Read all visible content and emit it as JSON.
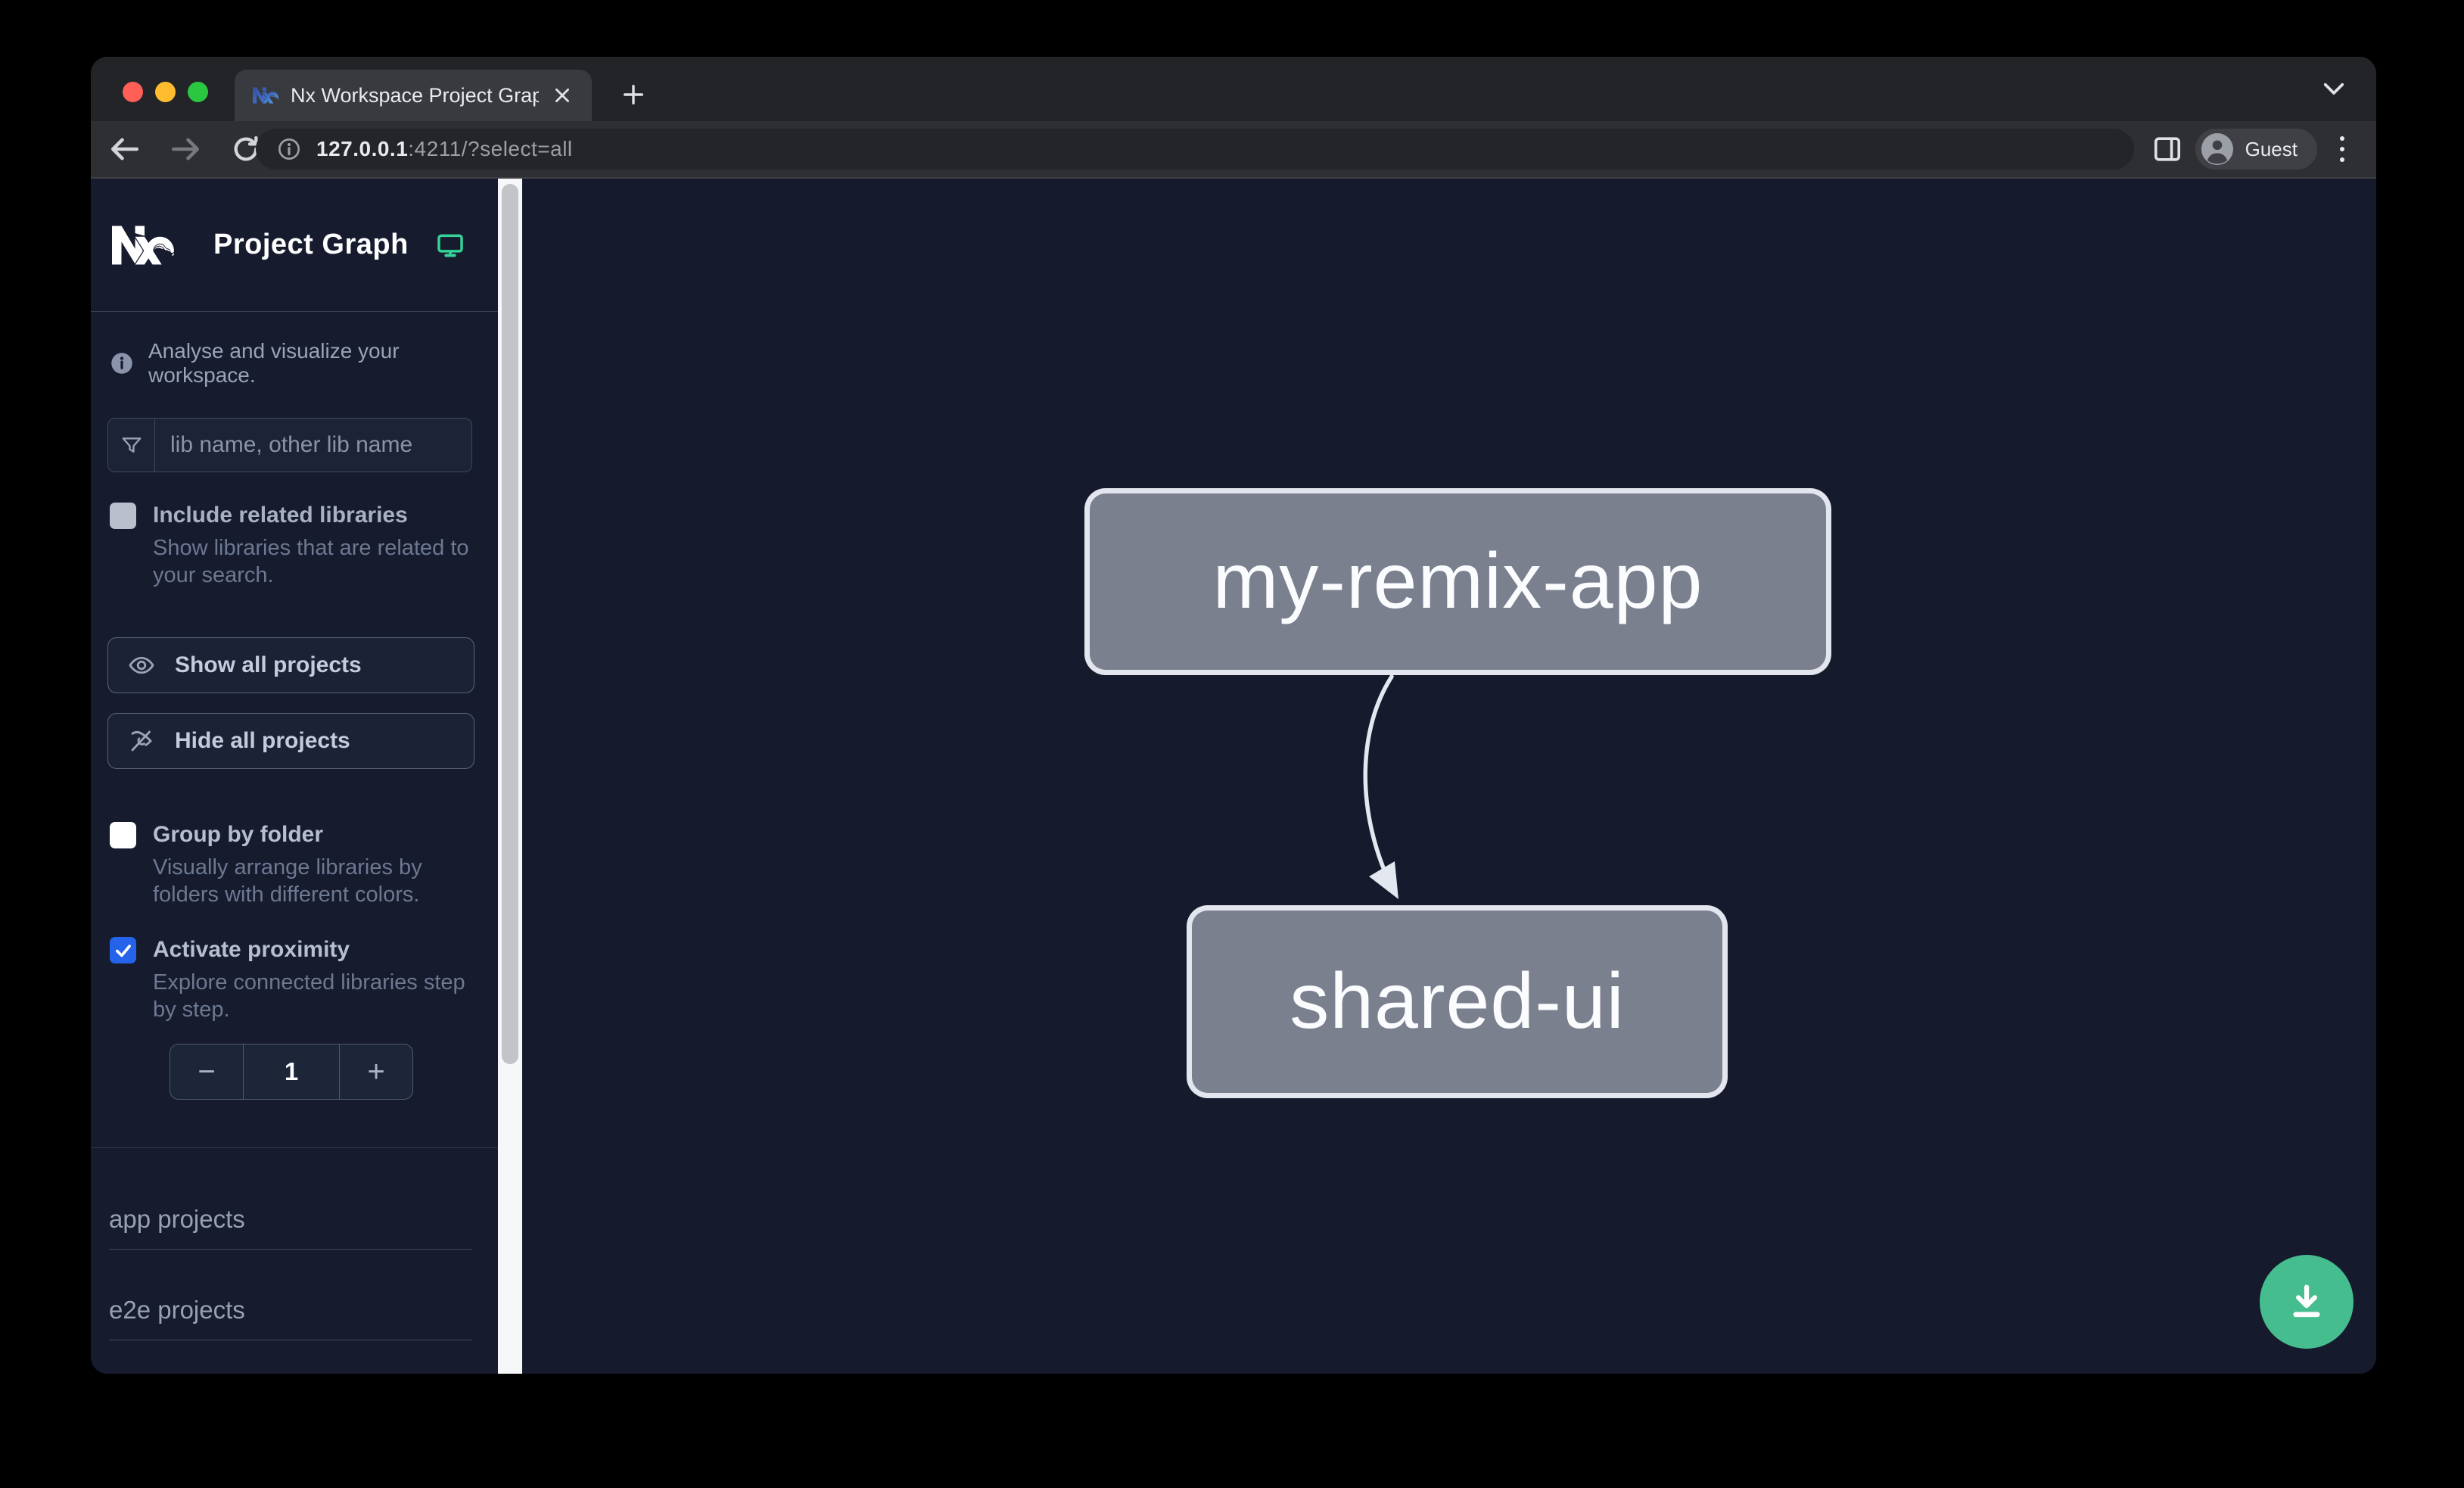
{
  "chrome": {
    "tab_title": "Nx Workspace Project Graph",
    "url": {
      "host": "127.0.0.1",
      "rest": ":4211/?select=all"
    },
    "profile_label": "Guest"
  },
  "sidebar": {
    "title": "Project Graph",
    "tagline": "Analyse and visualize your workspace.",
    "search_placeholder": "lib name, other lib name",
    "include_related": {
      "label": "Include related libraries",
      "description": "Show libraries that are related to your search.",
      "checked": false
    },
    "show_all_label": "Show all projects",
    "hide_all_label": "Hide all projects",
    "group_by_folder": {
      "label": "Group by folder",
      "description": "Visually arrange libraries by folders with different colors.",
      "checked": false
    },
    "proximity": {
      "label": "Activate proximity",
      "description": "Explore connected libraries step by step.",
      "checked": true
    },
    "stepper": {
      "decrement": "−",
      "value": "1",
      "increment": "+"
    },
    "sections": {
      "app": "app projects",
      "e2e": "e2e projects"
    }
  },
  "graph": {
    "nodes": [
      {
        "id": "my-remix-app"
      },
      {
        "id": "shared-ui"
      }
    ],
    "edges": [
      {
        "from": "my-remix-app",
        "to": "shared-ui"
      }
    ]
  },
  "icons": {
    "tab_favicon": "nx-logo-icon",
    "header_right": "monitor-icon",
    "info": "info-icon",
    "search": "filter-funnel-icon",
    "show": "eye-icon",
    "hide": "eye-slash-icon",
    "fab": "download-icon"
  },
  "colors": {
    "accent_green": "#34d399",
    "fab_green": "#45bd8e",
    "checkbox_checked_blue": "#2563eb",
    "node_fill": "#7b808f",
    "canvas_bg": "#151a2c",
    "sidebar_bg": "#161b2e"
  }
}
